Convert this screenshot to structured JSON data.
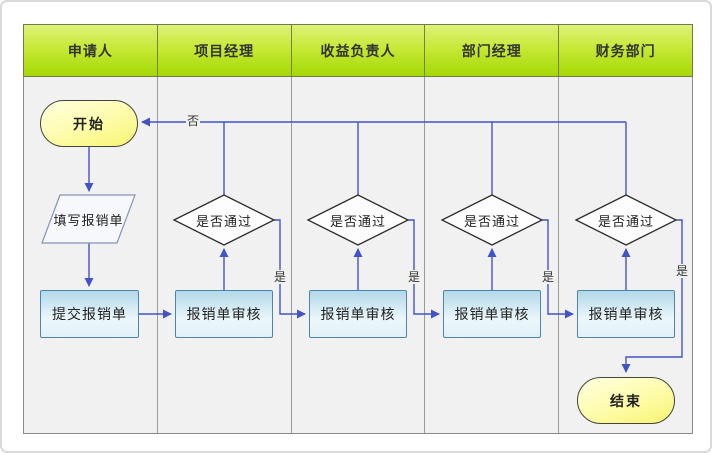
{
  "diagram": {
    "title_hint": "expense reimbursement approval swimlane flowchart",
    "lanes": [
      "申请人",
      "项目经理",
      "收益负责人",
      "部门经理",
      "财务部门"
    ],
    "nodes": {
      "start": "开始",
      "fill_form": "填写报销单",
      "submit": "提交报销单",
      "review": "报销单审核",
      "decision": "是否通过",
      "end": "结束"
    },
    "edge_labels": {
      "yes": "是",
      "no": "否"
    },
    "colors": {
      "header_gradient_top": "#ddf279",
      "header_gradient_bottom": "#a5d805",
      "lane_background": "#f1f1f1",
      "lane_border": "#8a8a8a",
      "connector": "#4153c5",
      "terminal_fill": "#fdfca8",
      "terminal_border": "#44443a",
      "process_fill_top": "#b2d9e9",
      "process_border": "#4e86ab",
      "decision_fill": "#fdfdfd",
      "decision_border": "#2e2e2e",
      "card_border": "#d9d9d9"
    }
  }
}
